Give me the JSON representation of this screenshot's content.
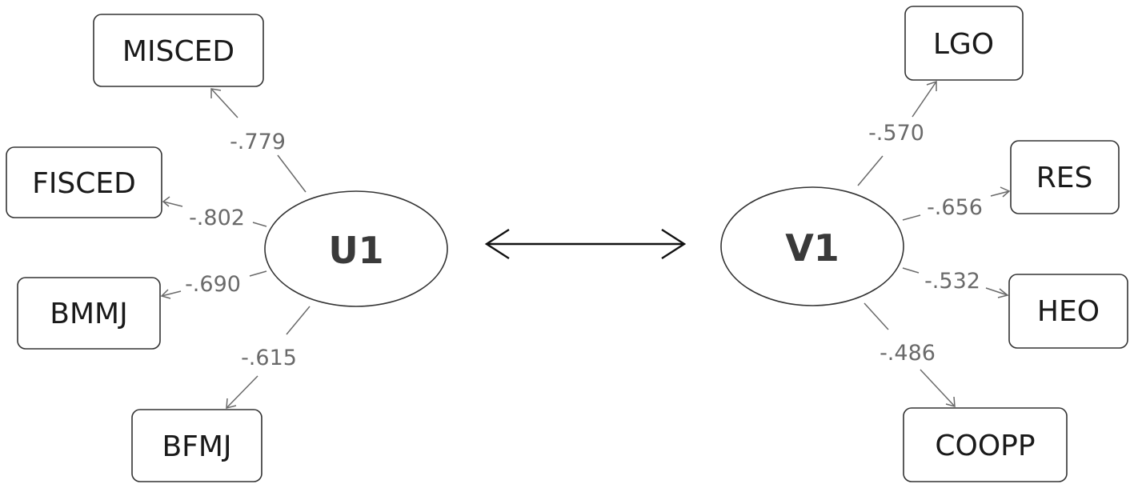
{
  "latents": {
    "left": "U1",
    "right": "V1"
  },
  "left_vars": [
    {
      "label": "MISCED",
      "coef": "-.779"
    },
    {
      "label": "FISCED",
      "coef": "-.802"
    },
    {
      "label": "BMMJ",
      "coef": "-.690"
    },
    {
      "label": "BFMJ",
      "coef": "-.615"
    }
  ],
  "right_vars": [
    {
      "label": "LGO",
      "coef": "-.570"
    },
    {
      "label": "RES",
      "coef": "-.656"
    },
    {
      "label": "HEO",
      "coef": "-.532"
    },
    {
      "label": "COOPP",
      "coef": "-.486"
    }
  ],
  "colors": {
    "stroke": "#333333",
    "arrow": "#6a6a6a",
    "coefficient_text": "#6a6a6a"
  }
}
